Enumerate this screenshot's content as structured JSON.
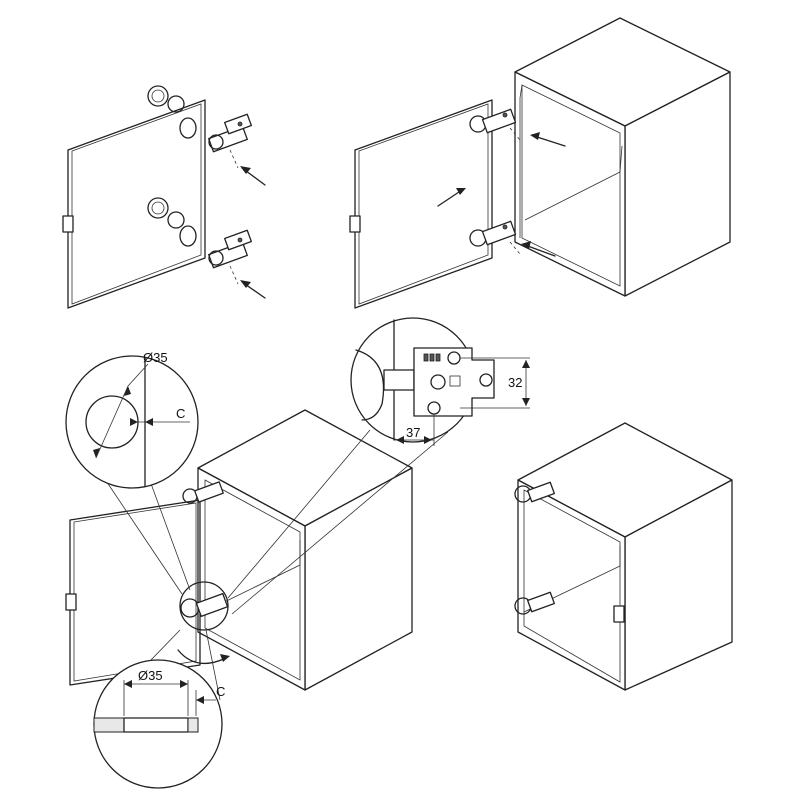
{
  "dimensions": {
    "cup_diameter": "Ø35",
    "edge_distance": "C",
    "cup_diameter_section": "Ø35",
    "edge_distance_section": "C",
    "plate_hole_spacing": "32",
    "plate_setback": "37"
  },
  "colors": {
    "line": "#222222",
    "background": "#ffffff",
    "section_fill": "#e8e8e8"
  }
}
